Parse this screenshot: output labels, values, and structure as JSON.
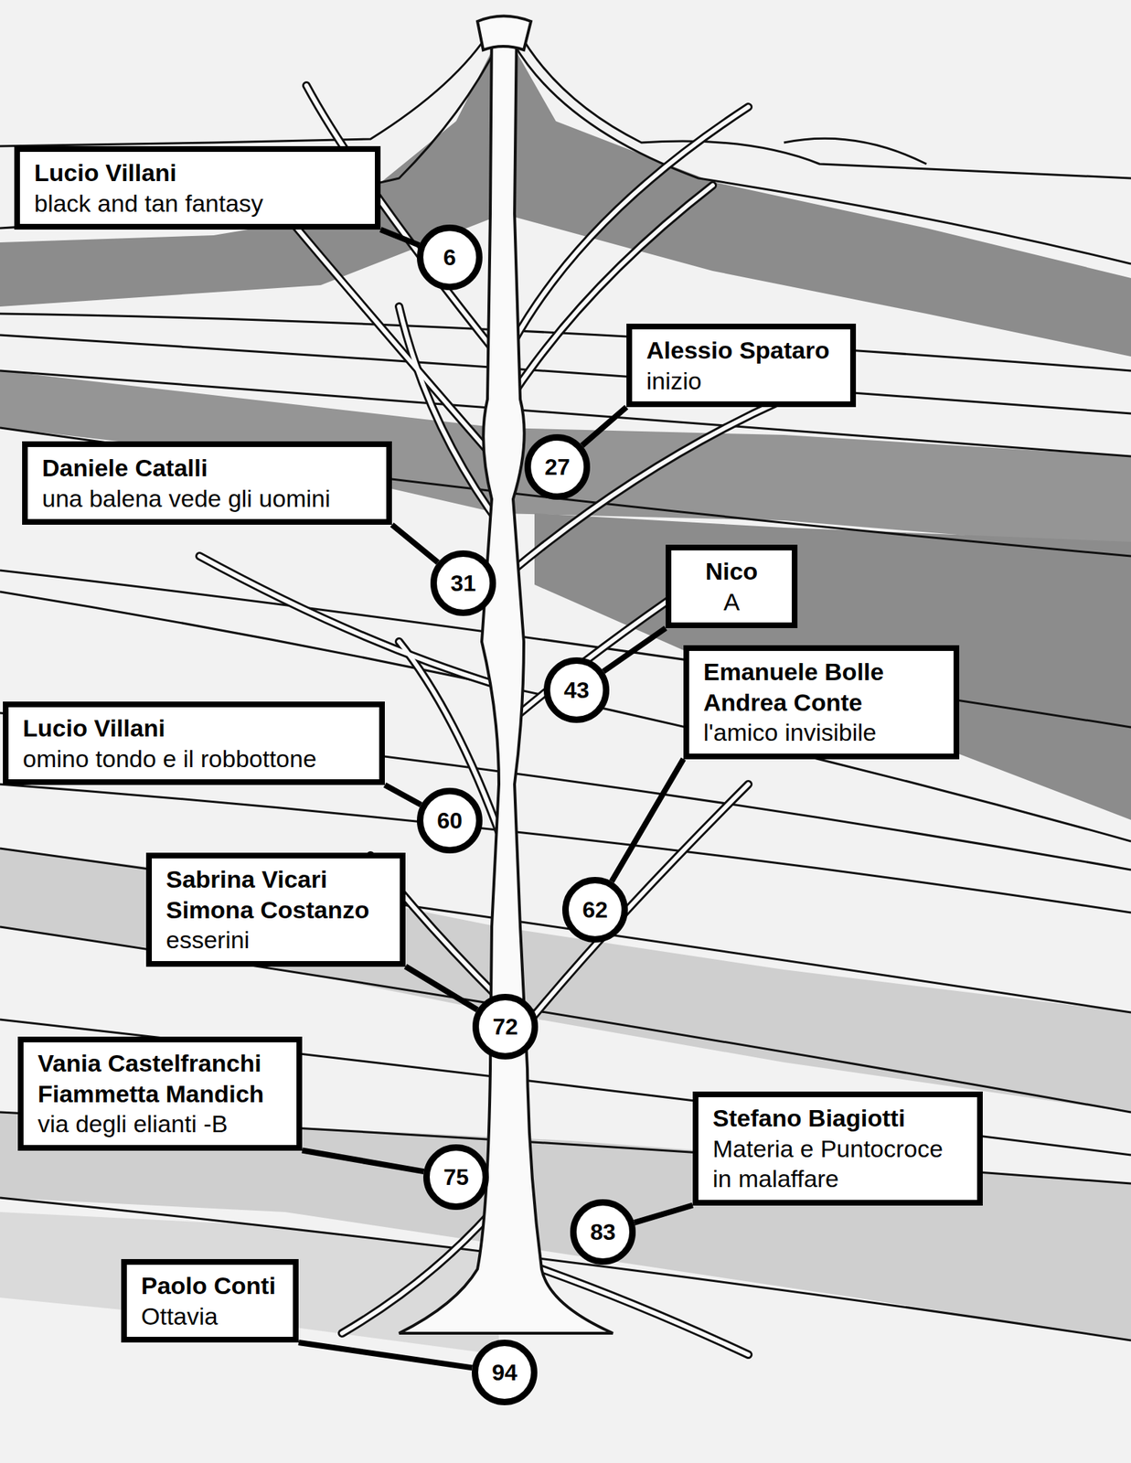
{
  "diagram": {
    "nodes": [
      {
        "text": [
          "Lucio Villani",
          "black and tan fantasy"
        ]
      },
      {
        "text": [
          "6"
        ]
      },
      {
        "text": [
          "Alessio Spataro",
          "inizio"
        ]
      },
      {
        "text": [
          "27"
        ]
      },
      {
        "text": [
          "Daniele Catalli",
          "una balena vede gli uomini"
        ]
      },
      {
        "text": [
          "31"
        ]
      },
      {
        "text": [
          "Nico",
          "A"
        ]
      },
      {
        "text": [
          "43"
        ]
      },
      {
        "text": [
          "Emanuele Bolle Andrea Conte",
          "l'amico invisibile"
        ]
      },
      {
        "text": [
          "62"
        ]
      },
      {
        "text": [
          "Lucio Villani",
          "omino tondo e il robbottone"
        ]
      },
      {
        "text": [
          "60"
        ]
      },
      {
        "text": [
          "Sabrina Vicari Simona Costanzo",
          "esserini"
        ]
      },
      {
        "text": [
          "72"
        ]
      },
      {
        "text": [
          "Vania Castelfranchi Fiammetta Mandich",
          "via degli elianti -B"
        ]
      },
      {
        "text": [
          "75"
        ]
      },
      {
        "text": [
          "Stefano Biagiotti",
          "Materia e Puntocroce in malaffare"
        ]
      },
      {
        "text": [
          "83"
        ]
      },
      {
        "text": [
          "Paolo Conti",
          "Ottavia"
        ]
      },
      {
        "text": [
          "94"
        ]
      }
    ],
    "edges": [
      {
        "from": 0,
        "to": 1,
        "arrow": "none"
      },
      {
        "from": 2,
        "to": 3,
        "arrow": "none"
      },
      {
        "from": 4,
        "to": 5,
        "arrow": "none"
      },
      {
        "from": 6,
        "to": 7,
        "arrow": "none"
      },
      {
        "from": 8,
        "to": 9,
        "arrow": "none"
      },
      {
        "from": 10,
        "to": 11,
        "arrow": "none"
      },
      {
        "from": 12,
        "to": 13,
        "arrow": "none"
      },
      {
        "from": 14,
        "to": 15,
        "arrow": "none"
      },
      {
        "from": 16,
        "to": 17,
        "arrow": "none"
      },
      {
        "from": 18,
        "to": 19,
        "arrow": "none"
      }
    ]
  }
}
